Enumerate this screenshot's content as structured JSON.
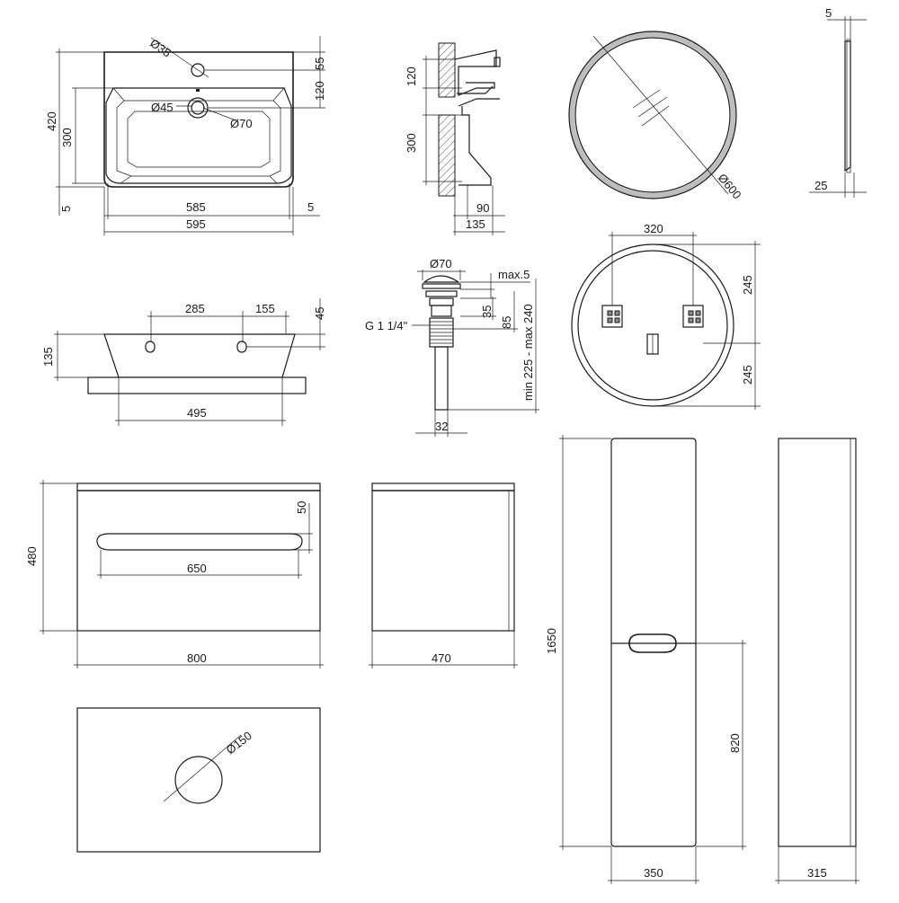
{
  "sink_top": {
    "tap_hole": "Ø35",
    "drain_inner": "Ø45",
    "drain_outer": "Ø70",
    "tap_offset": "55",
    "bowl_offset": "120",
    "depth_total": "420",
    "bowl_depth": "300",
    "edge": "5",
    "bowl_width": "585",
    "edge_right": "5",
    "width_total": "595"
  },
  "sink_section": {
    "top_height": "120",
    "bowl_height": "300",
    "drain_width": "90",
    "depth": "135"
  },
  "sink_front": {
    "hole_left": "285",
    "hole_right": "155",
    "rim": "45",
    "height": "135",
    "base_width": "495"
  },
  "drain_valve": {
    "cap": "Ø70",
    "max_projection": "max.5",
    "thread": "G 1 1/4\"",
    "collar": "35",
    "body": "85",
    "length_range": "min 225 - max 240",
    "pipe": "32"
  },
  "mirror": {
    "diameter": "Ø600",
    "thickness": "5",
    "depth": "25",
    "bracket_spacing": "320",
    "upper": "245",
    "lower": "245"
  },
  "vanity": {
    "handle_offset": "50",
    "height": "480",
    "handle_width": "650",
    "width": "800",
    "depth": "470",
    "top_hole": "Ø150"
  },
  "tall_cabinet": {
    "height": "1650",
    "handle_height": "820",
    "width": "350",
    "depth": "315"
  }
}
